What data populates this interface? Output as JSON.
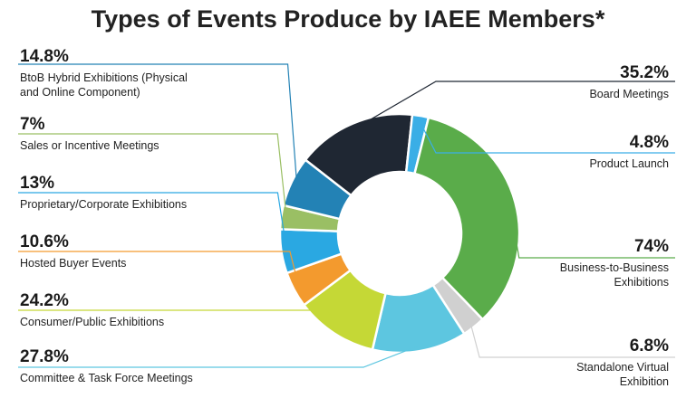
{
  "chart_data": {
    "type": "pie",
    "title": "Types of Events Produce by IAEE Members*",
    "slices": [
      {
        "label": "Board Meetings",
        "value": 35.2,
        "display": "35.2%",
        "color": "#1f2733"
      },
      {
        "label": "Product Launch",
        "value": 4.8,
        "display": "4.8%",
        "color": "#3aaee6"
      },
      {
        "label": "Business-to-Business Exhibitions",
        "value": 74,
        "display": "74%",
        "color": "#5aac4a"
      },
      {
        "label": "Standalone Virtual Exhibition",
        "value": 6.8,
        "display": "6.8%",
        "color": "#d0d0d0"
      },
      {
        "label": "Committee & Task Force Meetings",
        "value": 27.8,
        "display": "27.8%",
        "color": "#5dc6e0"
      },
      {
        "label": "Consumer/Public Exhibitions",
        "value": 24.2,
        "display": "24.2%",
        "color": "#c5d836"
      },
      {
        "label": "Hosted Buyer Events",
        "value": 10.6,
        "display": "10.6%",
        "color": "#f39a2e"
      },
      {
        "label": "Proprietary/Corporate Exhibitions",
        "value": 13,
        "display": "13%",
        "color": "#2aa8e2"
      },
      {
        "label": "Sales or Incentive Meetings",
        "value": 7,
        "display": "7%",
        "color": "#9abf64"
      },
      {
        "label": "BtoB Hybrid Exhibitions (Physical and Online Component)",
        "value": 14.8,
        "display": "14.8%",
        "color": "#2382b5"
      }
    ]
  }
}
